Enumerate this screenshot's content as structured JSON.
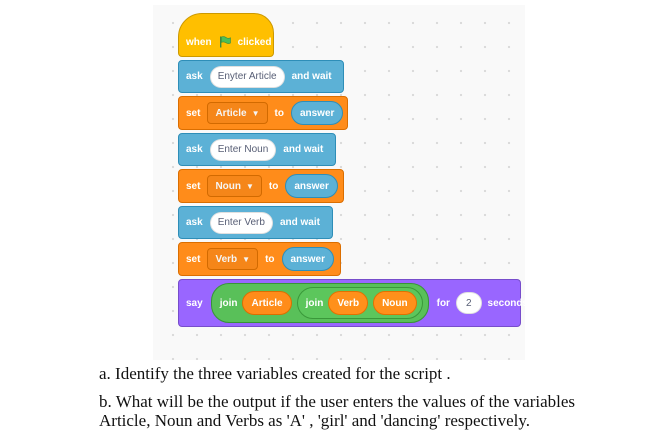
{
  "script": {
    "hat": {
      "before": "when",
      "after": "clicked",
      "icon": "green-flag-icon"
    },
    "ask1": {
      "label": "ask",
      "input": "Enyter Article",
      "suffix": "and wait"
    },
    "set1": {
      "label": "set",
      "variable": "Article",
      "to": "to",
      "value": "answer"
    },
    "ask2": {
      "label": "ask",
      "input": "Enter Noun",
      "suffix": "and wait"
    },
    "set2": {
      "label": "set",
      "variable": "Noun",
      "to": "to",
      "value": "answer"
    },
    "ask3": {
      "label": "ask",
      "input": "Enter Verb",
      "suffix": "and wait"
    },
    "set3": {
      "label": "set",
      "variable": "Verb",
      "to": "to",
      "value": "answer"
    },
    "say": {
      "label": "say",
      "join1": "join",
      "var1": "Article",
      "join2": "join",
      "var2": "Verb",
      "var3": "Noun",
      "for": "for",
      "seconds": "2",
      "unit": "seconds"
    }
  },
  "colors": {
    "events": "#ffbf00",
    "sensing": "#5cb1d6",
    "variables": "#ff8c1a",
    "looks": "#9966ff",
    "operators": "#59c059"
  },
  "questions": {
    "a": "a. Identify the three variables created for the script .",
    "b_line1": "b. What will be the output if the user enters the values of the variables",
    "b_line2": "Article, Noun and Verbs as 'A' , 'girl' and 'dancing' respectively."
  }
}
